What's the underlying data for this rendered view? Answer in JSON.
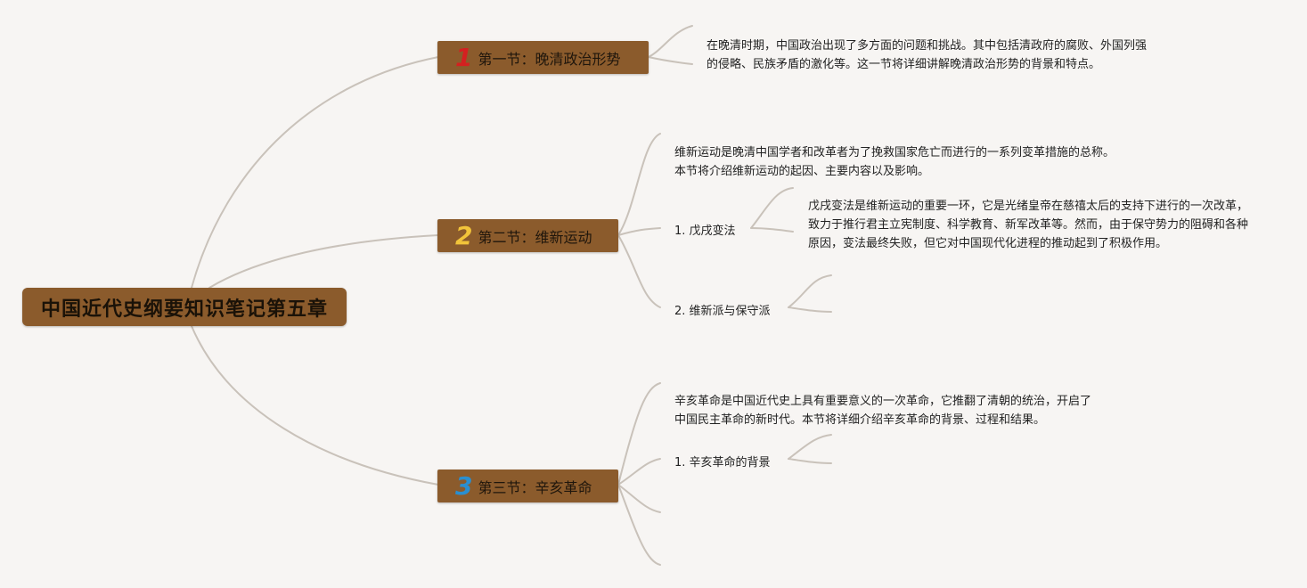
{
  "root": {
    "title": "中国近代史纲要知识笔记第五章"
  },
  "sections": [
    {
      "number": "1",
      "number_color": "#d42020",
      "title": "第一节：晚清政治形势",
      "desc": "在晚清时期，中国政治出现了多方面的问题和挑战。其中包括清政府的腐败、外国列强的侵略、民族矛盾的激化等。这一节将详细讲解晚清政治形势的背景和特点。"
    },
    {
      "number": "2",
      "number_color": "#f2c43a",
      "title": "第二节：维新运动",
      "desc": "维新运动是晚清中国学者和改革者为了挽救国家危亡而进行的一系列变革措施的总称。本节将介绍维新运动的起因、主要内容以及影响。",
      "items": [
        {
          "label": "1. 戊戌变法",
          "desc": "戊戌变法是维新运动的重要一环，它是光绪皇帝在慈禧太后的支持下进行的一次改革，致力于推行君主立宪制度、科学教育、新军改革等。然而，由于保守势力的阻碍和各种原因，变法最终失败，但它对中国现代化进程的推动起到了积极作用。"
        },
        {
          "label": "2. 维新派与保守派"
        }
      ]
    },
    {
      "number": "3",
      "number_color": "#2a8fd0",
      "title": "第三节：辛亥革命",
      "desc": "辛亥革命是中国近代史上具有重要意义的一次革命，它推翻了清朝的统治，开启了中国民主革命的新时代。本节将详细介绍辛亥革命的背景、过程和结果。",
      "items": [
        {
          "label": "1. 辛亥革命的背景"
        }
      ]
    }
  ],
  "colors": {
    "topic_fill": "#8b5b2c",
    "line": "#c9c2ba",
    "background": "#f7f5f3"
  }
}
